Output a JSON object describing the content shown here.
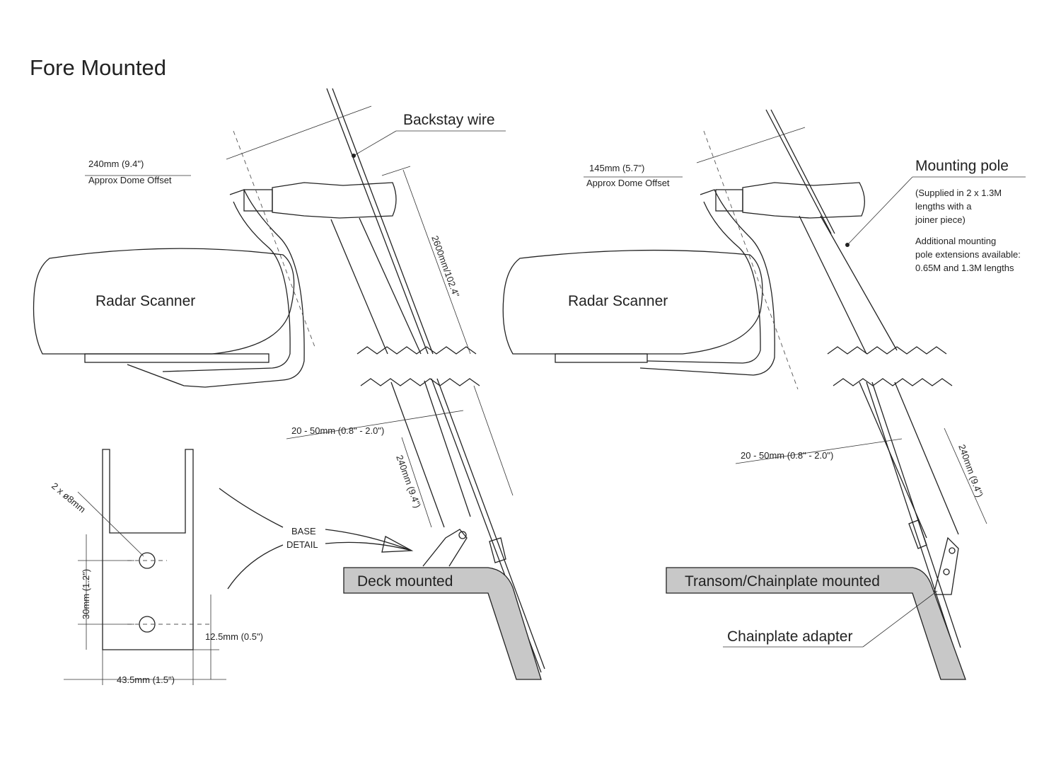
{
  "title": "Fore Mounted",
  "left": {
    "radar_label": "Radar Scanner",
    "backstay_label": "Backstay wire",
    "offset_dim": "240mm (9.4\")",
    "offset_note": "Approx Dome Offset",
    "length_dim": "2600mm/102.4\"",
    "gap_dim": "20 - 50mm (0.8\" - 2.0\")",
    "lower_dim": "240mm (9.4\")",
    "deck_label": "Deck mounted",
    "base_detail_label": [
      "BASE",
      "DETAIL"
    ]
  },
  "base_detail": {
    "hole_dim": "2 x ø8mm",
    "spacing_dim": "30mm (1.2\")",
    "edge_dim": "12.5mm (0.5\")",
    "width_dim": "43.5mm (1.5\")"
  },
  "right": {
    "radar_label": "Radar Scanner",
    "offset_dim": "145mm (5.7\")",
    "offset_note": "Approx Dome Offset",
    "pole_label": "Mounting pole",
    "pole_note": [
      "(Supplied in 2 x 1.3M",
      "lengths with a",
      "joiner piece)"
    ],
    "pole_ext_note": [
      "Additional mounting",
      "pole extensions available:",
      "0.65M and 1.3M lengths"
    ],
    "gap_dim": "20 - 50mm (0.8\" - 2.0\")",
    "lower_dim": "240mm (9.4\")",
    "transom_label": "Transom/Chainplate mounted",
    "adapter_label": "Chainplate adapter"
  }
}
